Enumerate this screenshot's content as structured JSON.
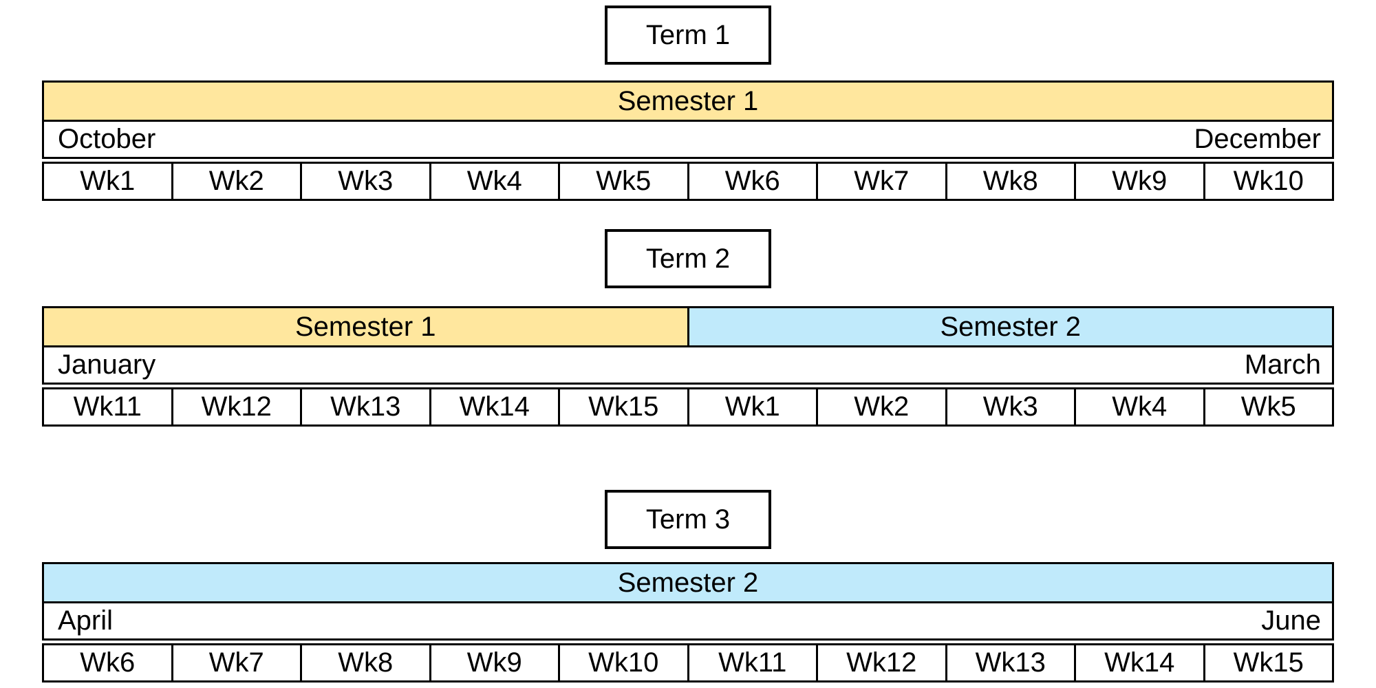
{
  "colors": {
    "semester1_fill": "#FFE79E",
    "semester2_fill": "#C0EAFB",
    "border": "#000000",
    "text": "#000000"
  },
  "terms": [
    {
      "label": "Term 1",
      "semesters": [
        {
          "name": "Semester 1",
          "color": "#FFE79E",
          "weeks_span": 10
        }
      ],
      "month_start": "October",
      "month_end": "December",
      "weeks": [
        "Wk1",
        "Wk2",
        "Wk3",
        "Wk4",
        "Wk5",
        "Wk6",
        "Wk7",
        "Wk8",
        "Wk9",
        "Wk10"
      ]
    },
    {
      "label": "Term 2",
      "semesters": [
        {
          "name": "Semester 1",
          "color": "#FFE79E",
          "weeks_span": 5
        },
        {
          "name": "Semester 2",
          "color": "#C0EAFB",
          "weeks_span": 5
        }
      ],
      "month_start": "January",
      "month_end": "March",
      "weeks": [
        "Wk11",
        "Wk12",
        "Wk13",
        "Wk14",
        "Wk15",
        "Wk1",
        "Wk2",
        "Wk3",
        "Wk4",
        "Wk5"
      ]
    },
    {
      "label": "Term 3",
      "semesters": [
        {
          "name": "Semester 2",
          "color": "#C0EAFB",
          "weeks_span": 10
        }
      ],
      "month_start": "April",
      "month_end": "June",
      "weeks": [
        "Wk6",
        "Wk7",
        "Wk8",
        "Wk9",
        "Wk10",
        "Wk11",
        "Wk12",
        "Wk13",
        "Wk14",
        "Wk15"
      ]
    }
  ]
}
